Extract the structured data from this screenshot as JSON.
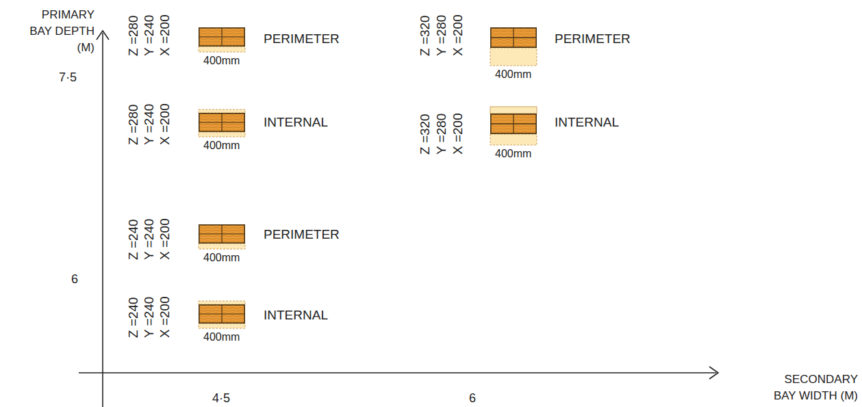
{
  "diagram": {
    "labels": [
      "PRIMARY BAY DEPTH (M)",
      "Z =280",
      "Y =240",
      "X =200",
      "400mm",
      "PERIMETER",
      "Z =320",
      "Y =280",
      "X =200",
      "400mm",
      "PERIMETER",
      "7·5",
      "Z =280",
      "Y =240",
      "X =200",
      "400mm",
      "INTERNAL",
      "Z =320",
      "Y =280",
      "X =200",
      "400mm",
      "INTERNAL",
      "Z =240",
      "Y =240",
      "X =200",
      "400mm",
      "PERIMETER",
      "6",
      "Z =240",
      "Y =240",
      "X =200",
      "400mm",
      "INTERNAL",
      "4·5",
      "6",
      "SECONDARY BAY WIDTH (M)"
    ]
  }
}
